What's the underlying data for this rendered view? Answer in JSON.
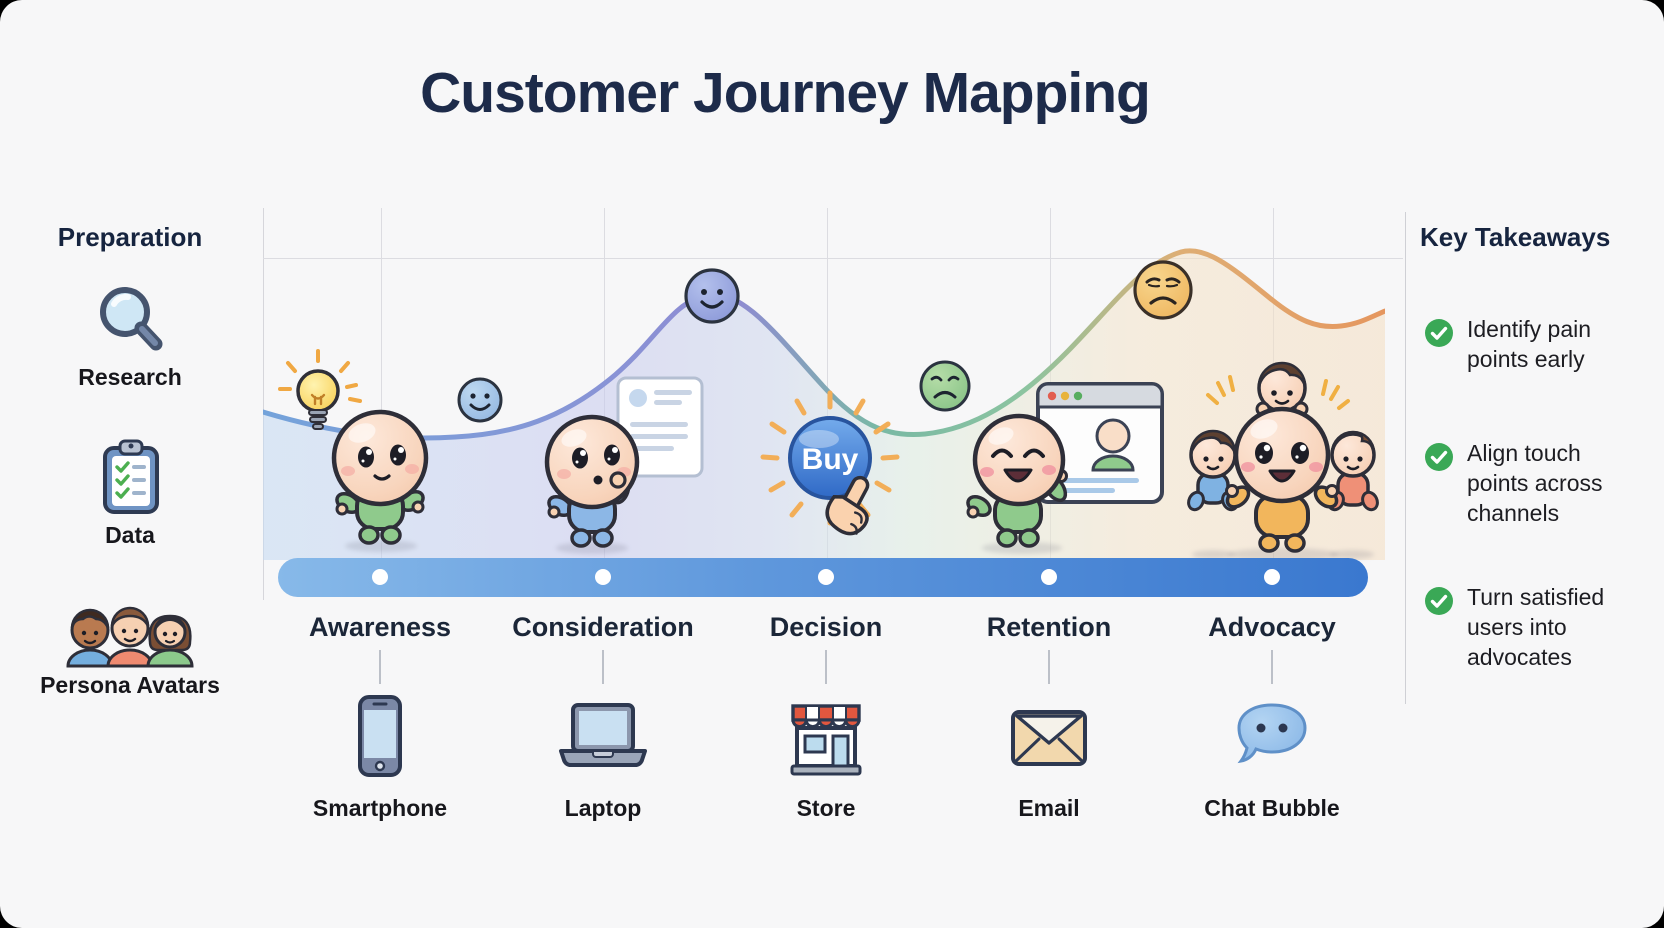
{
  "title": "Customer Journey Mapping",
  "preparation": {
    "heading": "Preparation",
    "items": [
      {
        "label": "Research",
        "icon": "magnifier-icon"
      },
      {
        "label": "Data",
        "icon": "clipboard-icon"
      },
      {
        "label": "Persona Avatars",
        "icon": "persona-avatars-icon"
      }
    ]
  },
  "journey": {
    "stages": [
      {
        "name": "Awareness",
        "channel": "Smartphone"
      },
      {
        "name": "Consideration",
        "channel": "Laptop"
      },
      {
        "name": "Decision",
        "channel": "Store"
      },
      {
        "name": "Retention",
        "channel": "Email"
      },
      {
        "name": "Advocacy",
        "channel": "Chat Bubble"
      }
    ],
    "buy_button_label": "Buy",
    "emotion_icons": [
      "happy-face",
      "happy-face",
      "sad-face",
      "worried-face"
    ]
  },
  "takeaways": {
    "heading": "Key Takeaways",
    "items": [
      {
        "text": "Identify pain points early"
      },
      {
        "text": "Align touch points across channels"
      },
      {
        "text": "Turn satisfied users into advocates"
      }
    ]
  },
  "colors": {
    "title_text": "#1d2b4a",
    "timeline_start": "#87b9e9",
    "timeline_end": "#3a78cf",
    "check_green": "#3aa856",
    "curve_blue": "#74a3da",
    "curve_purple": "#8f8ad2",
    "curve_green": "#79b9a4",
    "curve_orange": "#e5965e",
    "buy_blue": "#2f69c6"
  }
}
